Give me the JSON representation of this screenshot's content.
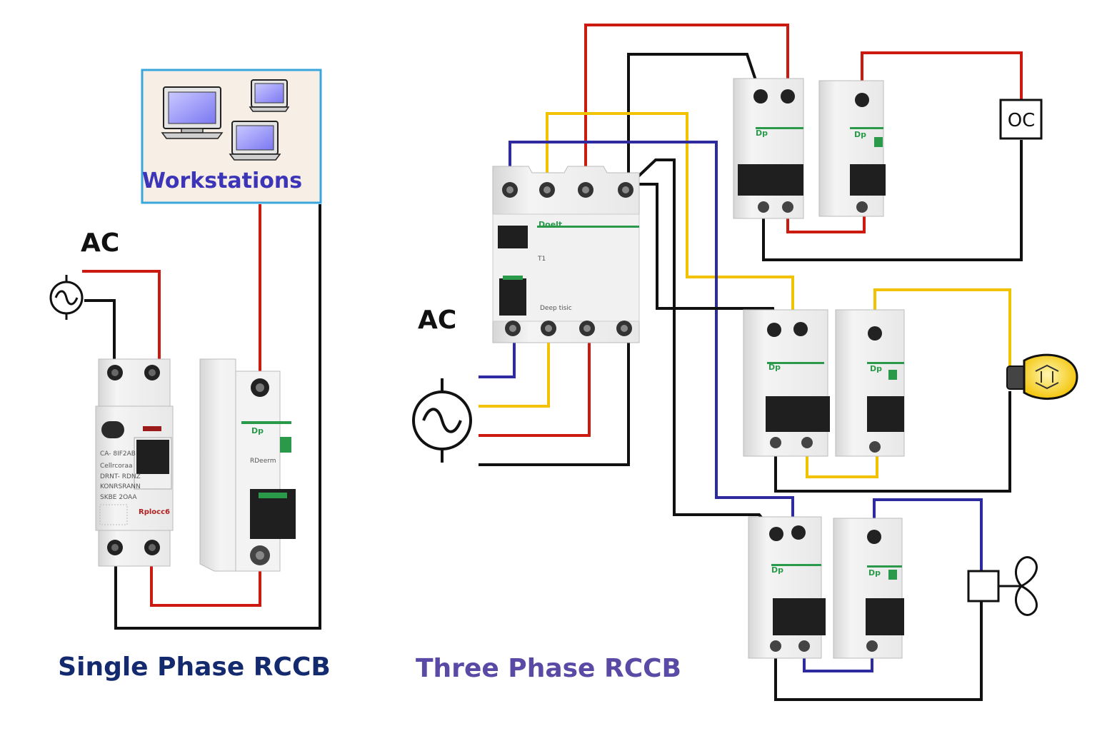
{
  "colors": {
    "live": "#cc1a10",
    "neutral": "#111111",
    "phase_yellow": "#f2c200",
    "phase_blue": "#2e2aa0",
    "workstations_label": "#3d35b8",
    "single_title": "#142a6e",
    "three_title": "#5a4aa6",
    "box_border": "#3aa7dc",
    "box_fill": "#f7eee6",
    "breaker_green": "#2a9a4a"
  },
  "labels": {
    "ac_single": "AC",
    "ac_three": "AC",
    "workstations": "Workstations",
    "single_phase_title": "Single Phase RCCB",
    "three_phase_title": "Three Phase RCCB",
    "oc_load": "OC"
  },
  "device_text": {
    "rccb1_line1": "CA- 8IF2AB",
    "rccb1_line2": "Cellrcoraa",
    "rccb1_line3": "DRNT- RDNZ",
    "rccb1_line4": "KONRSRANN",
    "rccb1_line5": "SKBE 2OAA",
    "rccb1_brand": "Rplocc6",
    "rccb3_brand": "Doelt",
    "rccb3_mark": "T1",
    "rccb3_model": "Deep tisic",
    "mcb_brand": "Dp",
    "mcb_small": "RDeerm"
  },
  "icons": {
    "ac_source": "ac-source-icon",
    "computer": "computer-icon",
    "bulb": "light-bulb-icon",
    "fan": "fan-icon"
  }
}
